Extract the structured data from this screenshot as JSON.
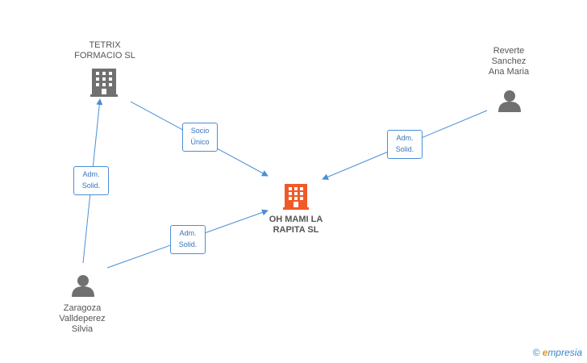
{
  "nodes": {
    "tetrix": {
      "line1": "TETRIX",
      "line2": "FORMACIO SL"
    },
    "reverte": {
      "line1": "Reverte",
      "line2": "Sanchez",
      "line3": "Ana Maria"
    },
    "main": {
      "line1": "OH MAMI LA",
      "line2": "RAPITA SL"
    },
    "zaragoza": {
      "line1": "Zaragoza",
      "line2": "Valldeperez",
      "line3": "Silvia"
    }
  },
  "edges": {
    "socio": {
      "line1": "Socio",
      "line2": "Único"
    },
    "adm_reverte": {
      "line1": "Adm.",
      "line2": "Solid."
    },
    "adm_zaragoza_tetrix": {
      "line1": "Adm.",
      "line2": "Solid."
    },
    "adm_zaragoza_main": {
      "line1": "Adm.",
      "line2": "Solid."
    }
  },
  "colors": {
    "edge": "#4a8fd6",
    "company_icon": "#707070",
    "main_company_icon": "#f05a28",
    "person_icon": "#707070"
  },
  "brand": {
    "copyright": "©",
    "initial": "e",
    "rest": "mpresia"
  }
}
